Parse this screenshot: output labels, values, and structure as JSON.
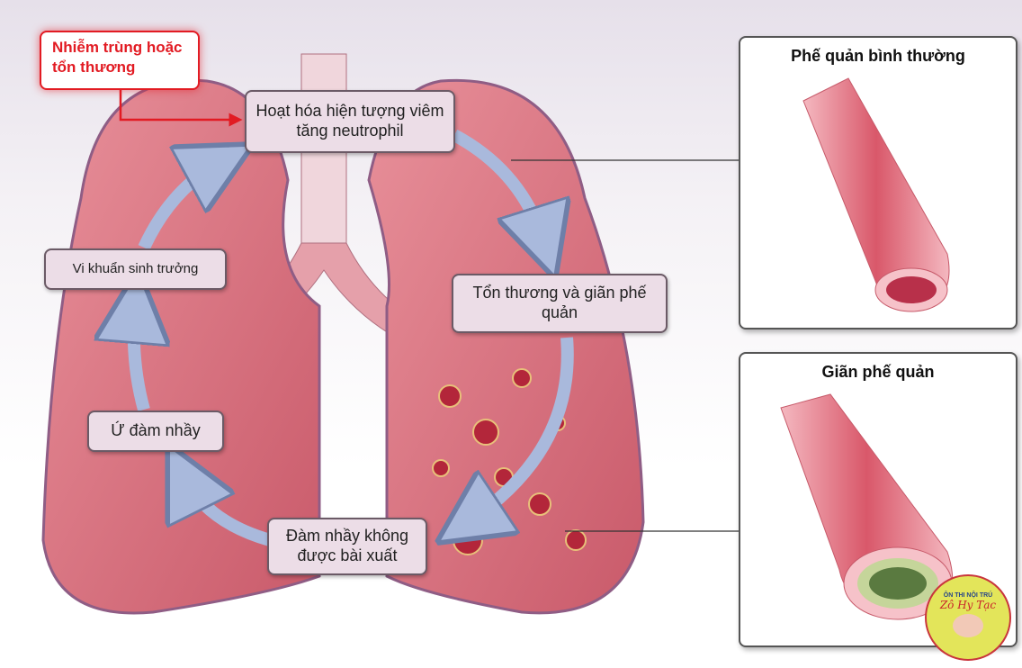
{
  "trigger": {
    "text_line1": "Nhiễm trùng hoặc",
    "text_line2": "tổn thương"
  },
  "cycle": {
    "step1": "Hoạt hóa hiện tượng viêm tăng neutrophil",
    "step2": "Tổn thương và giãn phế quản",
    "step3": "Đàm nhầy không được bài xuất",
    "step4": "Ứ đàm nhầy",
    "step5": "Vi khuẩn sinh trưởng"
  },
  "panels": {
    "normal_title": "Phế quản bình thường",
    "dilated_title": "Giãn phế quản"
  },
  "logo": {
    "text": "ÔN THI NỘI TRÚ",
    "script": "Zô Hy Tạc"
  },
  "colors": {
    "trigger": "#e21b23",
    "arrow": "#a9b9dc",
    "lung": "#d9727f",
    "box": "#ecdde7"
  }
}
